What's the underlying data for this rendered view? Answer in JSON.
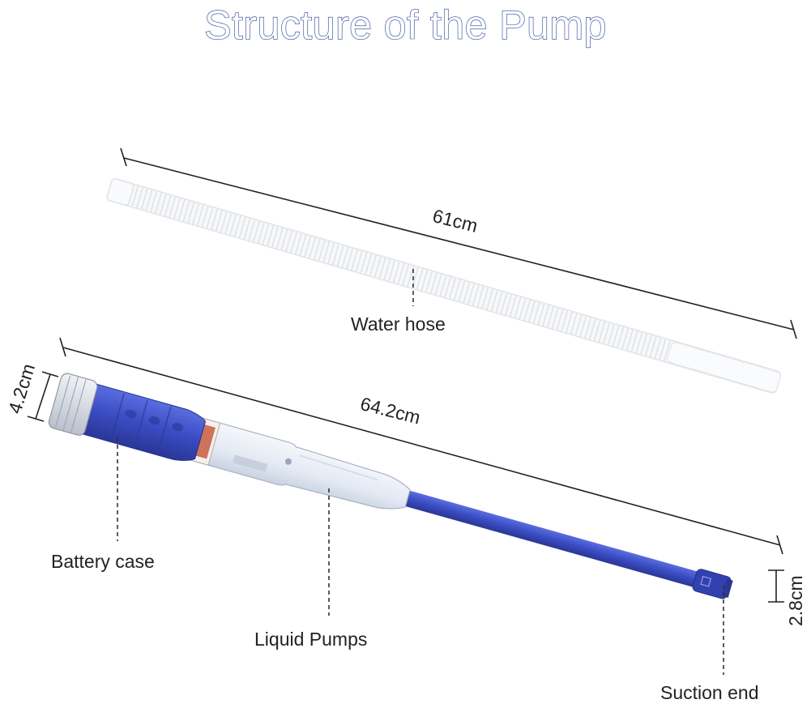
{
  "title": "Structure of the Pump",
  "dimensions": {
    "hose_length": "61cm",
    "pump_length": "64.2cm",
    "handle_diameter": "4.2cm",
    "tip_diameter": "2.8cm"
  },
  "labels": {
    "water_hose": "Water hose",
    "battery_case": "Battery case",
    "liquid_pumps": "Liquid Pumps",
    "suction_end": "Suction end"
  },
  "colors": {
    "title": "#233e93",
    "tube_blue": "#3d4fc4",
    "body_white": "#e9eef6"
  }
}
